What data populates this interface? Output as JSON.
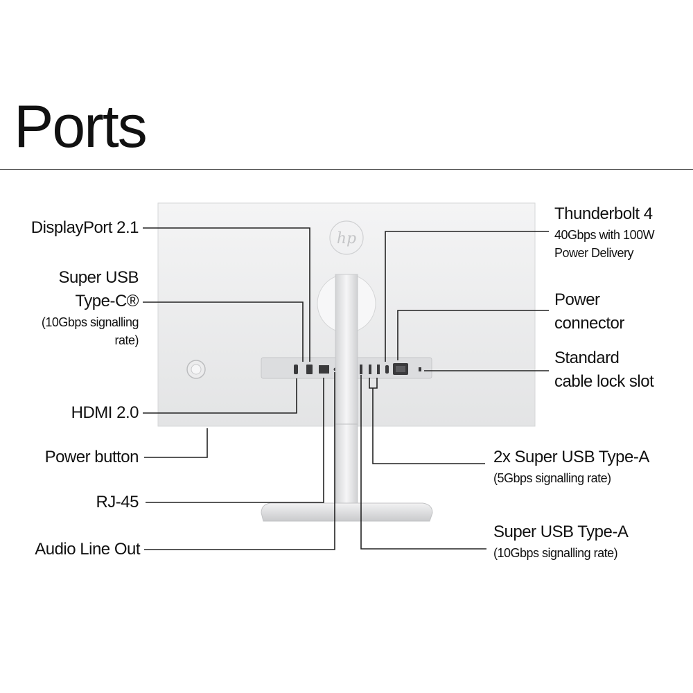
{
  "title": "Ports",
  "logo_text": "hp",
  "labels": {
    "displayport": "DisplayPort 2.1",
    "usbc_line1": "Super USB",
    "usbc_line2": "Type-C®",
    "usbc_sub1": "(10Gbps signalling",
    "usbc_sub2": "rate)",
    "hdmi": "HDMI 2.0",
    "power_button": "Power button",
    "rj45": "RJ-45",
    "audio": "Audio Line Out",
    "tb_title": "Thunderbolt 4",
    "tb_sub1": "40Gbps with 100W",
    "tb_sub2": "Power Delivery",
    "power_conn1": "Power",
    "power_conn2": "connector",
    "lock1": "Standard",
    "lock2": "cable lock slot",
    "usba2x": "2x Super USB Type-A",
    "usba2x_sub": "(5Gbps signalling rate)",
    "usba": "Super USB Type-A",
    "usba_sub": "(10Gbps signalling rate)"
  },
  "colors": {
    "text": "#111111",
    "rule": "#555555",
    "monitor_body": "#e9eaeb",
    "port_panel": "#dadbdc",
    "port_dark": "#3a3a3c",
    "leader": "#222222"
  }
}
